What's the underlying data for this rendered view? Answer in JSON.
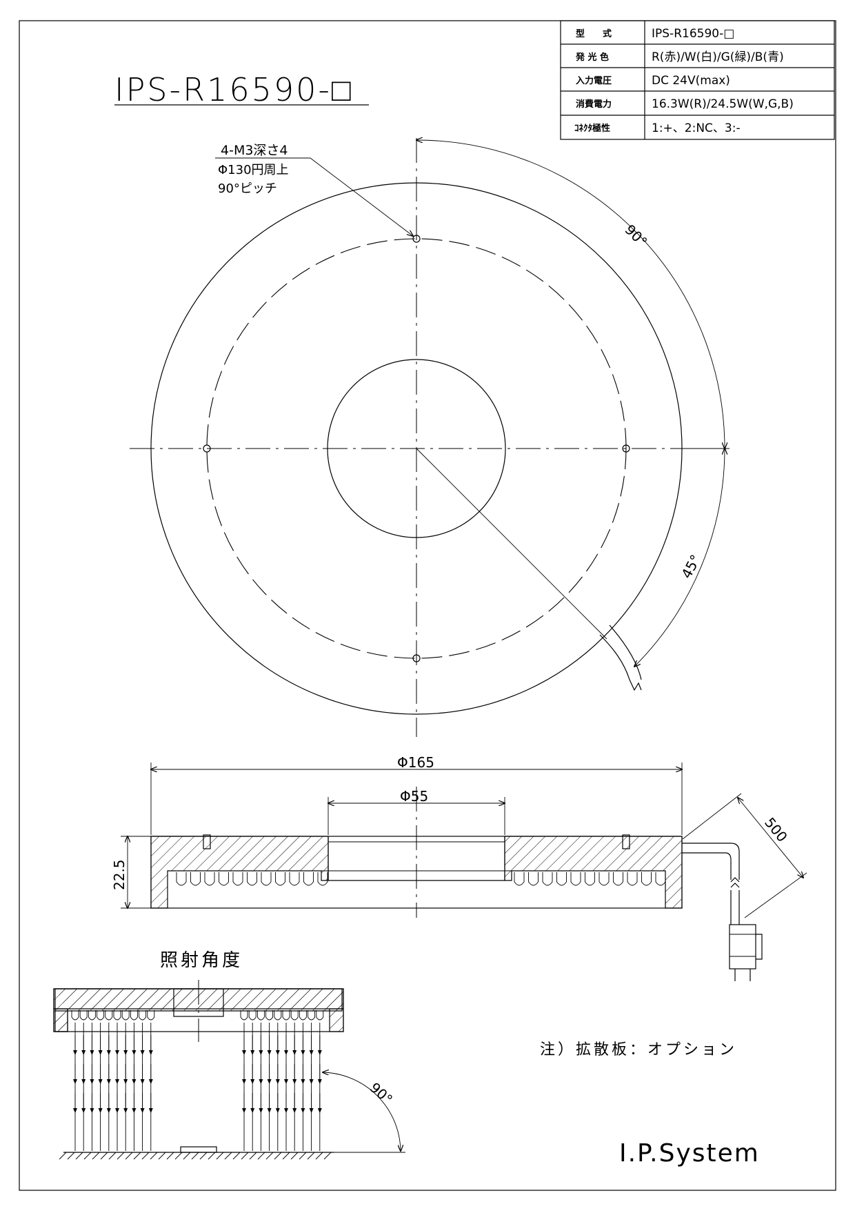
{
  "drawing": {
    "title": "IPS-R16590-□",
    "brand": "I.P.System"
  },
  "spec_table": {
    "rows": [
      {
        "label": "型　　式",
        "value": "IPS-R16590-□"
      },
      {
        "label": "発 光 色",
        "value": "R(赤)/W(白)/G(緑)/B(青)"
      },
      {
        "label": "入力電圧",
        "value": "DC 24V(max)"
      },
      {
        "label": "消費電力",
        "value": "16.3W(R)/24.5W(W,G,B)"
      },
      {
        "label": "ｺﾈｸﾀ極性",
        "value": "1:+、2:NC、3:-"
      }
    ]
  },
  "annotations": {
    "hole_note": [
      "4-M3深さ4",
      "Φ130円周上",
      "90°ピッチ"
    ],
    "angle_90_top": "90°",
    "angle_45": "45°",
    "dim_outer": "Φ165",
    "dim_inner": "Φ55",
    "dim_height": "22.5",
    "dim_cable": "500",
    "irradiation_title": "照射角度",
    "angle_90_bottom": "90°",
    "diffuser_note": "注）拡散板：オプション"
  }
}
